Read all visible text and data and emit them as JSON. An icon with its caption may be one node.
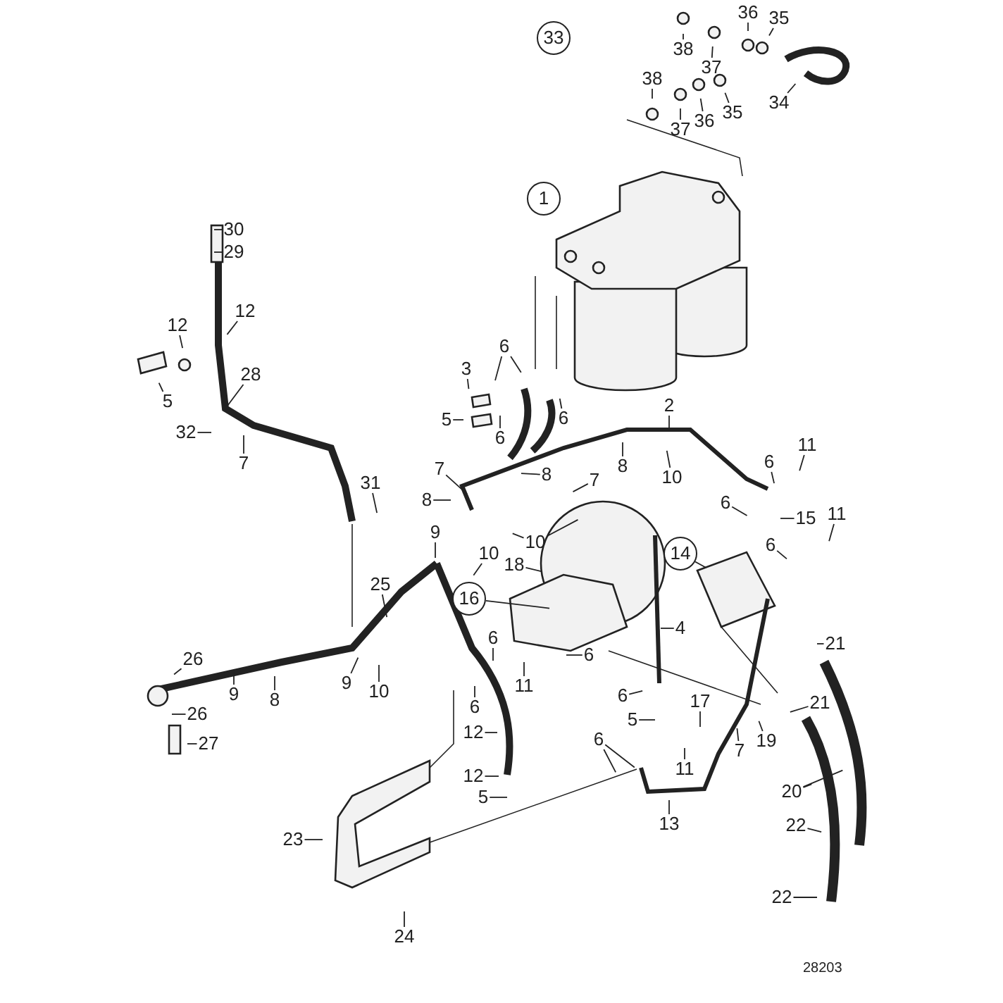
{
  "diagram": {
    "nodes": [
      {
        "text": [
          "33"
        ]
      },
      {
        "text": [
          "38"
        ]
      },
      {
        "text": [
          "37"
        ]
      },
      {
        "text": [
          "36"
        ]
      },
      {
        "text": [
          "35"
        ]
      },
      {
        "text": [
          "38"
        ]
      },
      {
        "text": [
          "37"
        ]
      },
      {
        "text": [
          "36"
        ]
      },
      {
        "text": [
          "35"
        ]
      },
      {
        "text": [
          "34"
        ]
      },
      {
        "text": [
          "1"
        ]
      },
      {
        "text": [
          "30"
        ]
      },
      {
        "text": [
          "29"
        ]
      },
      {
        "text": [
          "12"
        ]
      },
      {
        "text": [
          "12"
        ]
      },
      {
        "text": [
          "5"
        ]
      },
      {
        "text": [
          "28"
        ]
      },
      {
        "text": [
          "6"
        ]
      },
      {
        "text": [
          "3"
        ]
      },
      {
        "text": [
          "2"
        ]
      },
      {
        "text": [
          "5"
        ]
      },
      {
        "text": [
          "6"
        ]
      },
      {
        "text": [
          "32"
        ]
      },
      {
        "text": [
          "6"
        ]
      },
      {
        "text": [
          "11"
        ]
      },
      {
        "text": [
          "7"
        ]
      },
      {
        "text": [
          "8"
        ]
      },
      {
        "text": [
          "7"
        ]
      },
      {
        "text": [
          "8"
        ]
      },
      {
        "text": [
          "6"
        ]
      },
      {
        "text": [
          "10"
        ]
      },
      {
        "text": [
          "31"
        ]
      },
      {
        "text": [
          "8"
        ]
      },
      {
        "text": [
          "6"
        ]
      },
      {
        "text": [
          "7"
        ]
      },
      {
        "text": [
          "15"
        ]
      },
      {
        "text": [
          "11"
        ]
      },
      {
        "text": [
          "9"
        ]
      },
      {
        "text": [
          "10"
        ]
      },
      {
        "text": [
          "6"
        ]
      },
      {
        "text": [
          "14"
        ]
      },
      {
        "text": [
          "10"
        ]
      },
      {
        "text": [
          "18"
        ]
      },
      {
        "text": [
          "25"
        ]
      },
      {
        "text": [
          "16"
        ]
      },
      {
        "text": [
          "4"
        ]
      },
      {
        "text": [
          "6"
        ]
      },
      {
        "text": [
          "21"
        ]
      },
      {
        "text": [
          "6"
        ]
      },
      {
        "text": [
          "26"
        ]
      },
      {
        "text": [
          "11"
        ]
      },
      {
        "text": [
          "9"
        ]
      },
      {
        "text": [
          "10"
        ]
      },
      {
        "text": [
          "9"
        ]
      },
      {
        "text": [
          "8"
        ]
      },
      {
        "text": [
          "6"
        ]
      },
      {
        "text": [
          "17"
        ]
      },
      {
        "text": [
          "21"
        ]
      },
      {
        "text": [
          "6"
        ]
      },
      {
        "text": [
          "26"
        ]
      },
      {
        "text": [
          "5"
        ]
      },
      {
        "text": [
          "6"
        ]
      },
      {
        "text": [
          "12"
        ]
      },
      {
        "text": [
          "7"
        ]
      },
      {
        "text": [
          "19"
        ]
      },
      {
        "text": [
          "27"
        ]
      },
      {
        "text": [
          "11"
        ]
      },
      {
        "text": [
          "12"
        ]
      },
      {
        "text": [
          "20"
        ]
      },
      {
        "text": [
          "5"
        ]
      },
      {
        "text": [
          "13"
        ]
      },
      {
        "text": [
          "22"
        ]
      },
      {
        "text": [
          "23"
        ]
      },
      {
        "text": [
          "22"
        ]
      },
      {
        "text": [
          "24"
        ]
      }
    ],
    "edges": [
      {
        "from": 1,
        "to": null,
        "arrow": "none"
      },
      {
        "from": 2,
        "to": null,
        "arrow": "none"
      },
      {
        "from": 3,
        "to": null,
        "arrow": "none"
      },
      {
        "from": 4,
        "to": null,
        "arrow": "none"
      },
      {
        "from": 5,
        "to": null,
        "arrow": "none"
      },
      {
        "from": 6,
        "to": null,
        "arrow": "none"
      },
      {
        "from": 7,
        "to": null,
        "arrow": "none"
      },
      {
        "from": 8,
        "to": null,
        "arrow": "none"
      },
      {
        "from": 9,
        "to": null,
        "arrow": "none"
      },
      {
        "from": 11,
        "to": null,
        "arrow": "none"
      },
      {
        "from": 12,
        "to": null,
        "arrow": "none"
      },
      {
        "from": 13,
        "to": null,
        "arrow": "none"
      },
      {
        "from": 14,
        "to": null,
        "arrow": "none"
      },
      {
        "from": 15,
        "to": null,
        "arrow": "none"
      },
      {
        "from": 16,
        "to": null,
        "arrow": "none"
      },
      {
        "from": 17,
        "to": null,
        "arrow": "none"
      },
      {
        "from": 17,
        "to": null,
        "arrow": "none"
      },
      {
        "from": 18,
        "to": null,
        "arrow": "none"
      },
      {
        "from": 19,
        "to": null,
        "arrow": "none"
      },
      {
        "from": 20,
        "to": null,
        "arrow": "none"
      },
      {
        "from": 21,
        "to": null,
        "arrow": "none"
      },
      {
        "from": 22,
        "to": null,
        "arrow": "none"
      },
      {
        "from": 23,
        "to": null,
        "arrow": "none"
      },
      {
        "from": 24,
        "to": null,
        "arrow": "none"
      },
      {
        "from": 25,
        "to": null,
        "arrow": "none"
      },
      {
        "from": 26,
        "to": null,
        "arrow": "none"
      },
      {
        "from": 27,
        "to": null,
        "arrow": "none"
      },
      {
        "from": 28,
        "to": null,
        "arrow": "none"
      },
      {
        "from": 29,
        "to": null,
        "arrow": "none"
      },
      {
        "from": 30,
        "to": null,
        "arrow": "none"
      },
      {
        "from": 31,
        "to": null,
        "arrow": "none"
      },
      {
        "from": 32,
        "to": null,
        "arrow": "none"
      },
      {
        "from": 33,
        "to": null,
        "arrow": "none"
      },
      {
        "from": 34,
        "to": null,
        "arrow": "none"
      },
      {
        "from": 35,
        "to": null,
        "arrow": "none"
      },
      {
        "from": 36,
        "to": null,
        "arrow": "none"
      },
      {
        "from": 37,
        "to": null,
        "arrow": "none"
      },
      {
        "from": 38,
        "to": null,
        "arrow": "none"
      },
      {
        "from": 38,
        "to": null,
        "arrow": "none"
      },
      {
        "from": 39,
        "to": null,
        "arrow": "none"
      },
      {
        "from": 40,
        "to": null,
        "arrow": "none"
      },
      {
        "from": 41,
        "to": null,
        "arrow": "none"
      },
      {
        "from": 42,
        "to": null,
        "arrow": "none"
      },
      {
        "from": 43,
        "to": null,
        "arrow": "none"
      },
      {
        "from": 44,
        "to": null,
        "arrow": "none"
      },
      {
        "from": 45,
        "to": null,
        "arrow": "none"
      },
      {
        "from": 46,
        "to": null,
        "arrow": "none"
      },
      {
        "from": 47,
        "to": null,
        "arrow": "none"
      },
      {
        "from": 48,
        "to": null,
        "arrow": "none"
      },
      {
        "from": 49,
        "to": null,
        "arrow": "none"
      },
      {
        "from": 50,
        "to": null,
        "arrow": "none"
      },
      {
        "from": 51,
        "to": null,
        "arrow": "none"
      },
      {
        "from": 52,
        "to": null,
        "arrow": "none"
      },
      {
        "from": 53,
        "to": null,
        "arrow": "none"
      },
      {
        "from": 54,
        "to": null,
        "arrow": "none"
      },
      {
        "from": 55,
        "to": null,
        "arrow": "none"
      },
      {
        "from": 56,
        "to": null,
        "arrow": "none"
      },
      {
        "from": 57,
        "to": null,
        "arrow": "none"
      },
      {
        "from": 58,
        "to": null,
        "arrow": "none"
      },
      {
        "from": 59,
        "to": null,
        "arrow": "none"
      },
      {
        "from": 60,
        "to": null,
        "arrow": "none"
      },
      {
        "from": 61,
        "to": null,
        "arrow": "none"
      },
      {
        "from": 61,
        "to": null,
        "arrow": "none"
      },
      {
        "from": 62,
        "to": null,
        "arrow": "none"
      },
      {
        "from": 63,
        "to": null,
        "arrow": "none"
      },
      {
        "from": 64,
        "to": null,
        "arrow": "none"
      },
      {
        "from": 65,
        "to": null,
        "arrow": "none"
      },
      {
        "from": 66,
        "to": null,
        "arrow": "none"
      },
      {
        "from": 67,
        "to": null,
        "arrow": "none"
      },
      {
        "from": 68,
        "to": null,
        "arrow": "none"
      },
      {
        "from": 68,
        "to": null,
        "arrow": "none"
      },
      {
        "from": 69,
        "to": null,
        "arrow": "none"
      },
      {
        "from": 70,
        "to": null,
        "arrow": "none"
      },
      {
        "from": 71,
        "to": null,
        "arrow": "none"
      },
      {
        "from": 72,
        "to": null,
        "arrow": "none"
      },
      {
        "from": 73,
        "to": null,
        "arrow": "none"
      },
      {
        "from": 74,
        "to": null,
        "arrow": "none"
      }
    ],
    "labels": [
      "28203"
    ]
  }
}
